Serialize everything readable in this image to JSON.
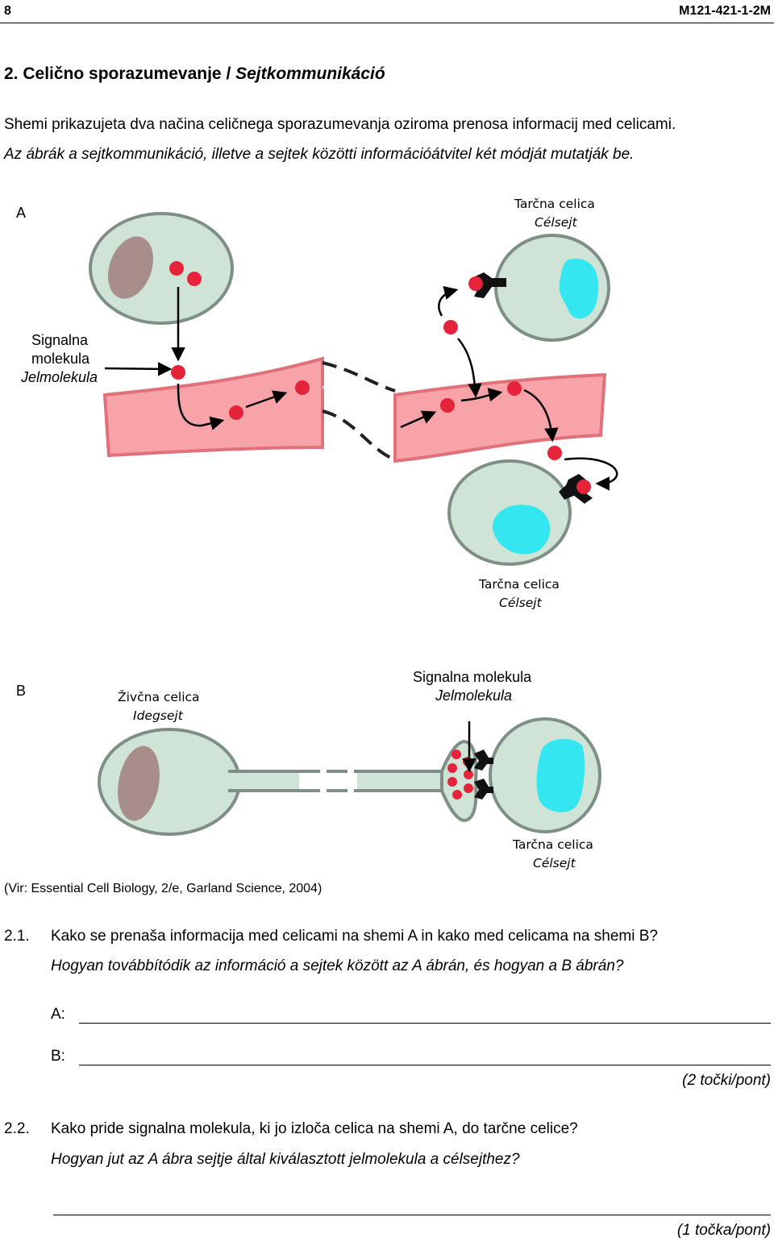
{
  "header": {
    "page_number": "8",
    "code": "M121-421-1-2M"
  },
  "title": {
    "number": "2.",
    "slovene": "Celično sporazumevanje /",
    "hungarian": "Sejtkommunikáció"
  },
  "intro": {
    "slovene": "Shemi prikazujeta dva načina celičnega sporazumevanja oziroma prenosa informacij med celicami.",
    "hungarian": "Az ábrák a sejtkommunikáció, illetve a sejtek közötti információátvitel két módját mutatják be."
  },
  "diagram_a": {
    "letter": "A",
    "target_top": [
      "Tarčna celica",
      "Célsejt"
    ],
    "signal": [
      "Signalna",
      "molekula",
      "Jelmolekula"
    ],
    "target_bottom": [
      "Tarčna celica",
      "Célsejt"
    ]
  },
  "diagram_b": {
    "letter": "B",
    "neuron": [
      "Živčna celica",
      "Idegsejt"
    ],
    "signal": [
      "Signalna molekula",
      "Jelmolekula"
    ],
    "target": [
      "Tarčna celica",
      "Célsejt"
    ]
  },
  "citation": "(Vir: Essential Cell Biology, 2/e, Garland Science, 2004)",
  "q1": {
    "number": "2.1.",
    "slovene": "Kako se prenaša informacija med celicami na shemi A in kako med celicama na shemi B?",
    "hungarian": "Hogyan továbbítódik az információ a sejtek között az A ábrán, és hogyan a B ábrán?",
    "answer_a_label": "A:",
    "answer_b_label": "B:",
    "points": "(2 točki/pont)"
  },
  "q2": {
    "number": "2.2.",
    "slovene": "Kako pride signalna molekula, ki jo izloča celica na shemi A, do tarčne celice?",
    "hungarian": "Hogyan jut az A ábra sejtje által kiválasztott jelmolekula a célsejthez?",
    "points": "(1 točka/pont)"
  },
  "colors": {
    "cell_fill": "#cfe4d6",
    "cell_stroke": "#7f8f86",
    "nucleus_brown": "#a88e8b",
    "nucleus_cyan": "#33e6ef",
    "vessel": "#f7a3a8",
    "vessel_edge": "#e0707a",
    "molecule": "#e5243b",
    "receptor": "#111111"
  }
}
